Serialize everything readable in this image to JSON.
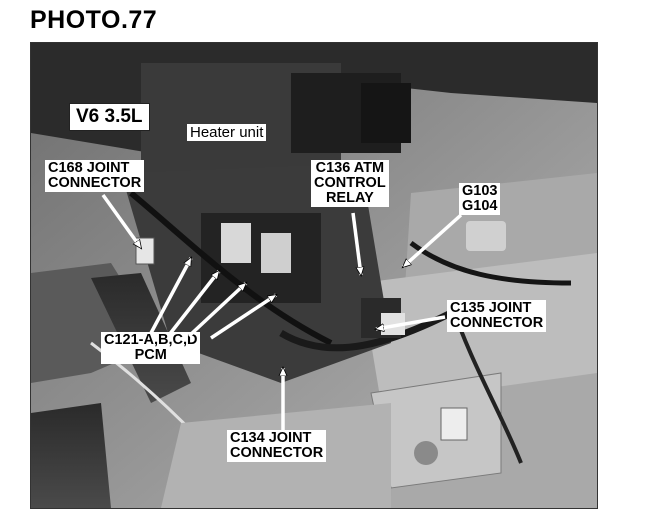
{
  "title": "PHOTO.77",
  "engine_label": "V6 3.5L",
  "heater_label": "Heater unit",
  "callouts": {
    "c168": "C168 JOINT\nCONNECTOR",
    "c136": "C136 ATM\nCONTROL\nRELAY",
    "g103": "G103\nG104",
    "c135": "C135 JOINT\nCONNECTOR",
    "c121": "C121-A,B,C,D\nPCM",
    "c134": "C134 JOINT\nCONNECTOR"
  }
}
